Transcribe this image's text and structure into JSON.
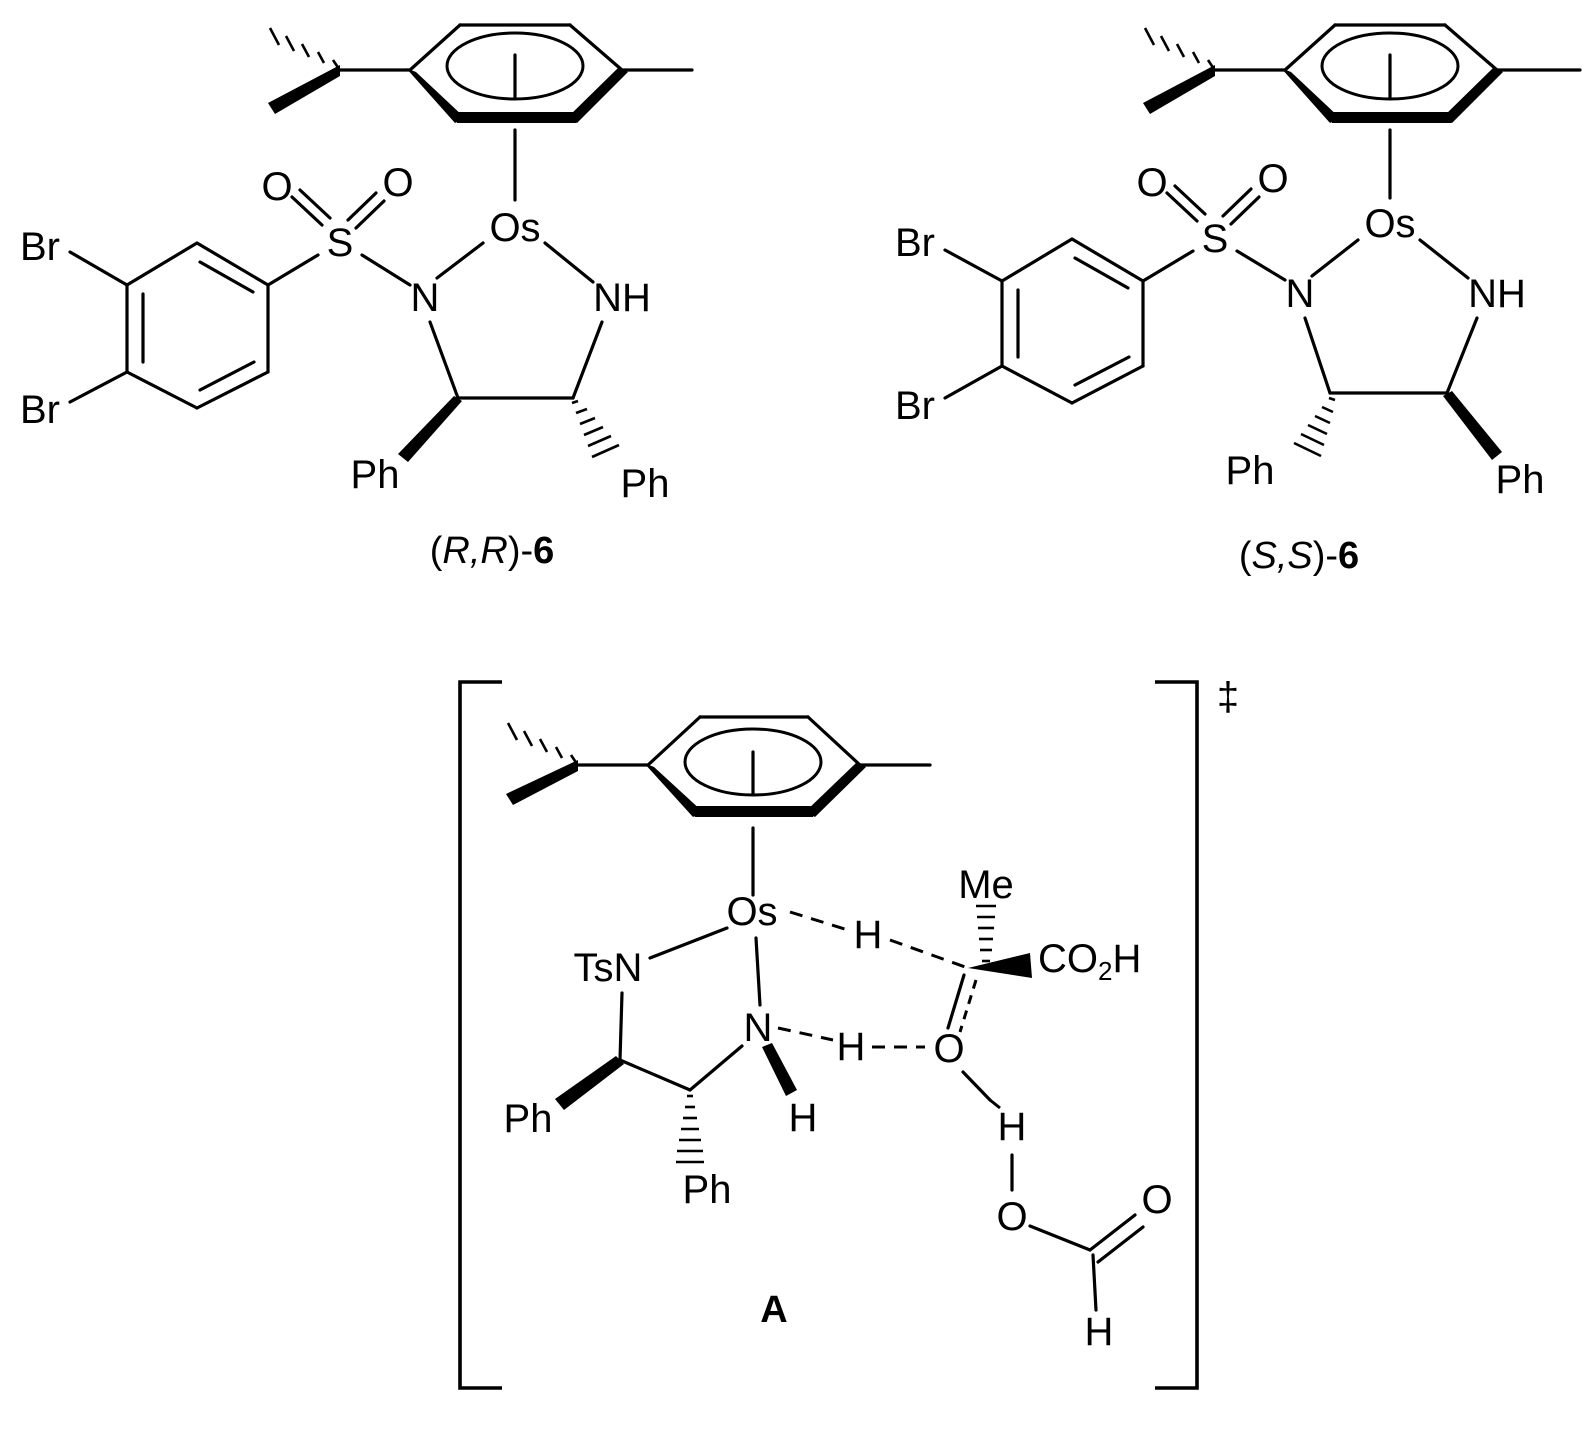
{
  "labels": {
    "Os": "Os",
    "N": "N",
    "NH": "NH",
    "S": "S",
    "O": "O",
    "Br": "Br",
    "Ph": "Ph",
    "TsN": "TsN",
    "H": "H",
    "Me": "Me",
    "CO": "CO",
    "two": "2"
  },
  "captions": {
    "rr_open": "(",
    "rr_config": "R,R",
    "rr_close": ")-",
    "rr_num": "6",
    "ss_open": "(",
    "ss_config": "S,S",
    "ss_close": ")-",
    "ss_num": "6",
    "ts_label": "A",
    "double_dagger": "‡"
  }
}
